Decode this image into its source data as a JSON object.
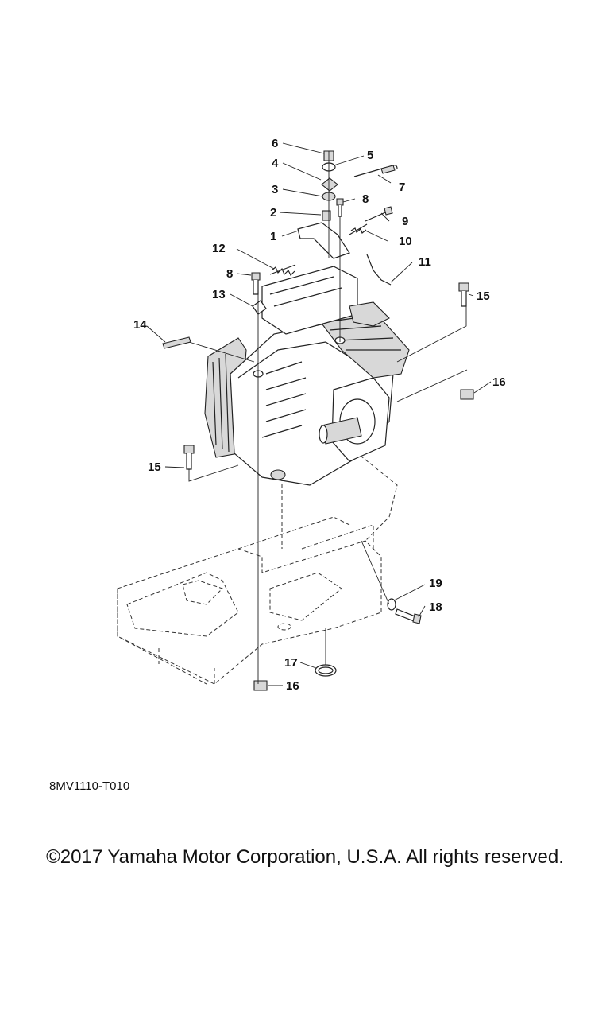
{
  "drawing_code": "8MV1110-T010",
  "copyright": "©2017 Yamaha Motor Corporation, U.S.A. All rights reserved.",
  "callouts": [
    "1",
    "2",
    "3",
    "4",
    "5",
    "6",
    "7",
    "8",
    "8",
    "9",
    "10",
    "11",
    "12",
    "13",
    "14",
    "15",
    "15",
    "16",
    "16",
    "17",
    "18",
    "19"
  ]
}
